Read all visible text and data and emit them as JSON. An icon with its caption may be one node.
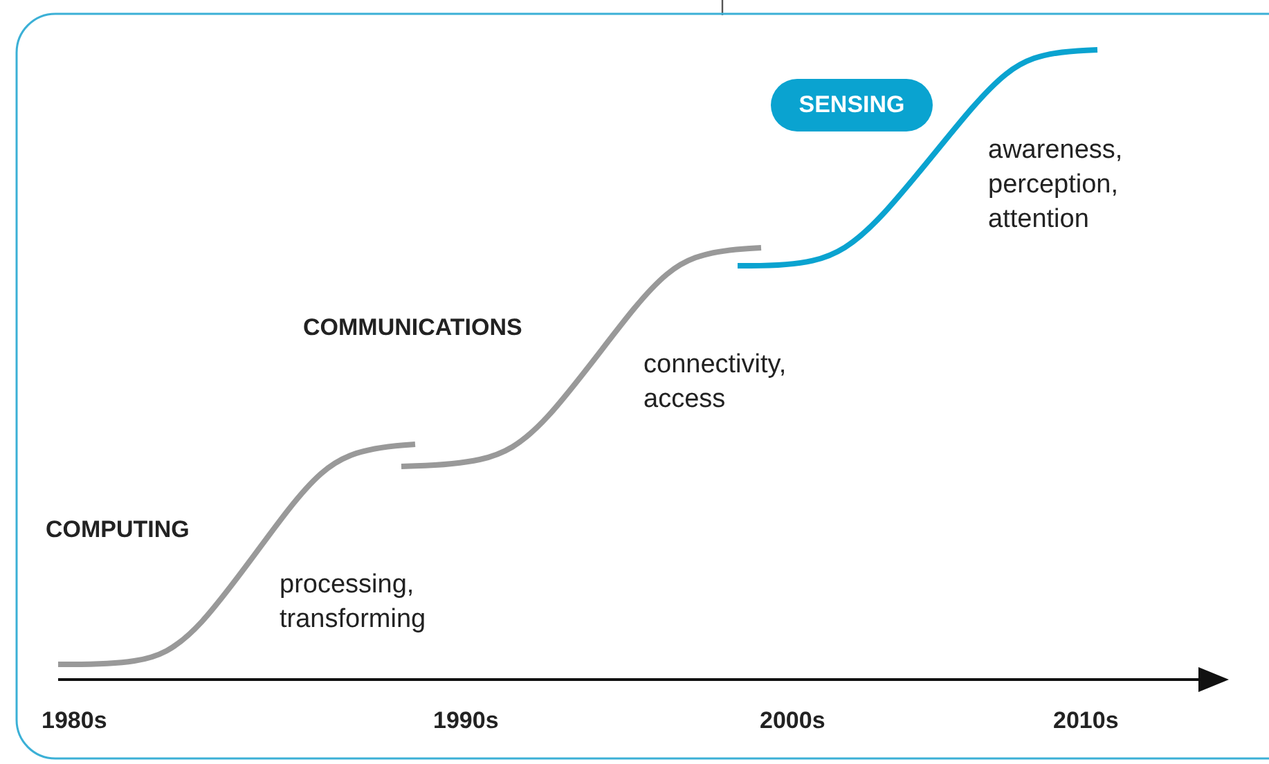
{
  "diagram": {
    "nodes": [
      {
        "text": [
          "SENSING"
        ]
      }
    ],
    "labels": [
      "COMPUTING",
      "processing, transforming",
      "COMMUNICATIONS",
      "connectivity, access",
      "awareness, perception, attention",
      "1980s",
      "1990s",
      "2000s",
      "2010s"
    ]
  }
}
